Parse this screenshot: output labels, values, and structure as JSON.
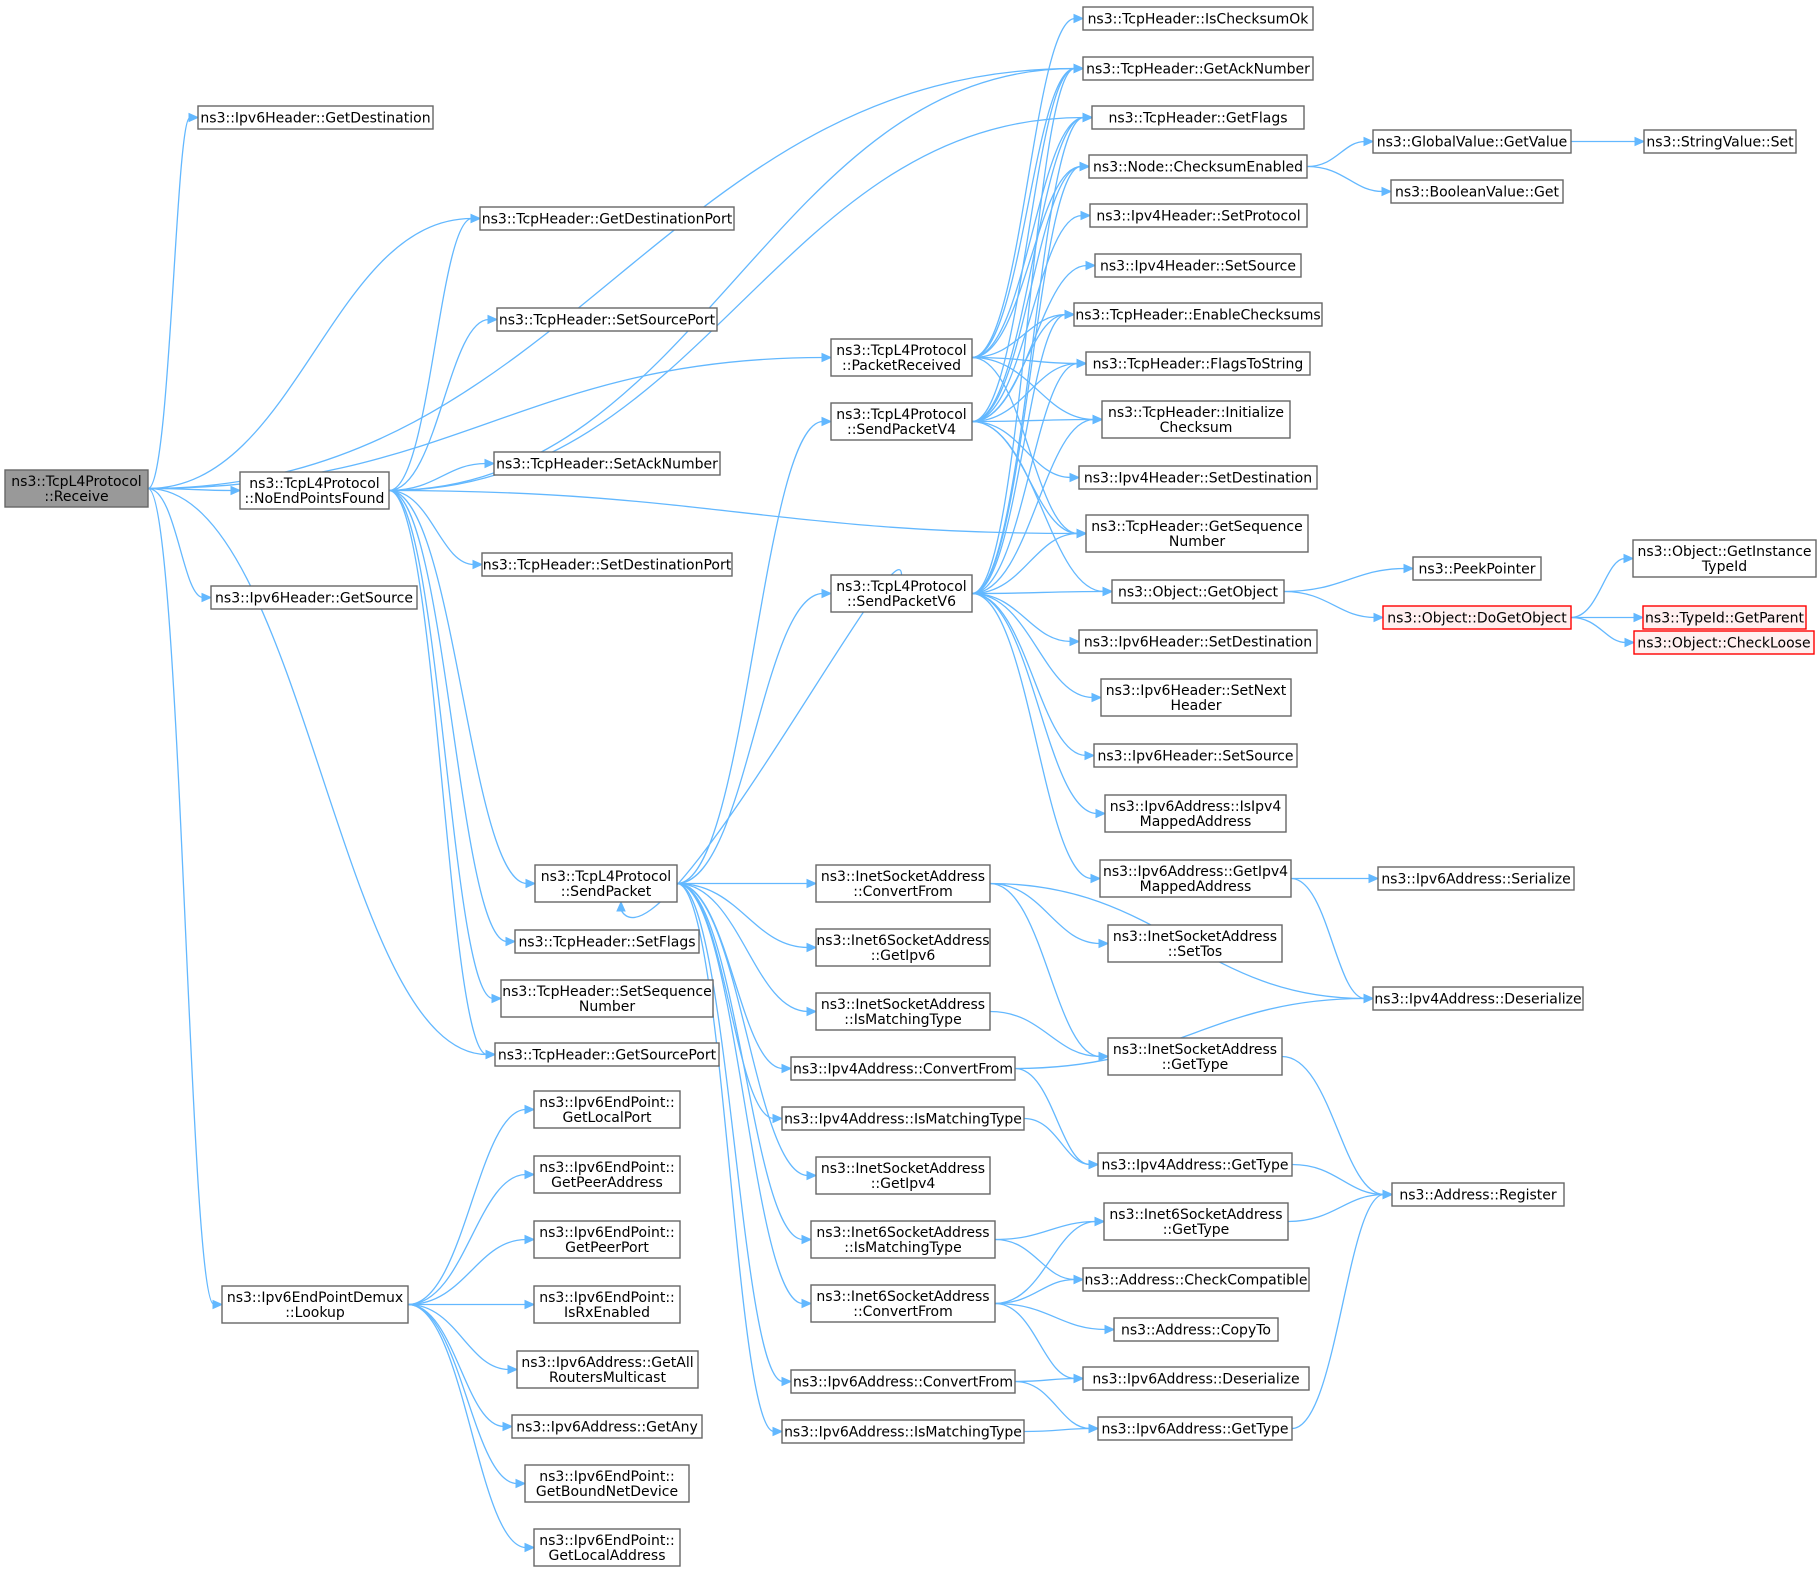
{
  "diagram": {
    "edge_color": "#63b8ff",
    "node_border": "#666666",
    "root_fill": "#999999",
    "highlight_border": "#ff0000",
    "nodes": [
      {
        "id": "receive",
        "lines": [
          "ns3::TcpL4Protocol",
          "::Receive"
        ],
        "style": "root"
      },
      {
        "id": "ip6GetDest",
        "lines": [
          "ns3::Ipv6Header::GetDestination"
        ]
      },
      {
        "id": "tcpGetDestPort",
        "lines": [
          "ns3::TcpHeader::GetDestinationPort"
        ]
      },
      {
        "id": "tcpSetSrcPort",
        "lines": [
          "ns3::TcpHeader::SetSourcePort"
        ]
      },
      {
        "id": "noEnd",
        "lines": [
          "ns3::TcpL4Protocol",
          "::NoEndPointsFound"
        ]
      },
      {
        "id": "tcpSetAck",
        "lines": [
          "ns3::TcpHeader::SetAckNumber"
        ]
      },
      {
        "id": "tcpSetDestPort",
        "lines": [
          "ns3::TcpHeader::SetDestinationPort"
        ]
      },
      {
        "id": "ip6GetSrc",
        "lines": [
          "ns3::Ipv6Header::GetSource"
        ]
      },
      {
        "id": "sendPacket",
        "lines": [
          "ns3::TcpL4Protocol",
          "::SendPacket"
        ]
      },
      {
        "id": "tcpSetFlags",
        "lines": [
          "ns3::TcpHeader::SetFlags"
        ]
      },
      {
        "id": "tcpSetSeq",
        "lines": [
          "ns3::TcpHeader::SetSequence",
          "Number"
        ]
      },
      {
        "id": "tcpGetSrcPort",
        "lines": [
          "ns3::TcpHeader::GetSourcePort"
        ]
      },
      {
        "id": "ep6LocalPort",
        "lines": [
          "ns3::Ipv6EndPoint::",
          "GetLocalPort"
        ]
      },
      {
        "id": "ep6PeerAddr",
        "lines": [
          "ns3::Ipv6EndPoint::",
          "GetPeerAddress"
        ]
      },
      {
        "id": "ep6PeerPort",
        "lines": [
          "ns3::Ipv6EndPoint::",
          "GetPeerPort"
        ]
      },
      {
        "id": "lookup",
        "lines": [
          "ns3::Ipv6EndPointDemux",
          "::Lookup"
        ]
      },
      {
        "id": "ep6RxEnabled",
        "lines": [
          "ns3::Ipv6EndPoint::",
          "IsRxEnabled"
        ]
      },
      {
        "id": "ip6AllRouters",
        "lines": [
          "ns3::Ipv6Address::GetAll",
          "RoutersMulticast"
        ]
      },
      {
        "id": "ip6GetAny",
        "lines": [
          "ns3::Ipv6Address::GetAny"
        ]
      },
      {
        "id": "ep6BoundDev",
        "lines": [
          "ns3::Ipv6EndPoint::",
          "GetBoundNetDevice"
        ]
      },
      {
        "id": "ep6LocalAddr",
        "lines": [
          "ns3::Ipv6EndPoint::",
          "GetLocalAddress"
        ]
      },
      {
        "id": "packetReceived",
        "lines": [
          "ns3::TcpL4Protocol",
          "::PacketReceived"
        ]
      },
      {
        "id": "sendV4",
        "lines": [
          "ns3::TcpL4Protocol",
          "::SendPacketV4"
        ]
      },
      {
        "id": "sendV6",
        "lines": [
          "ns3::TcpL4Protocol",
          "::SendPacketV6"
        ]
      },
      {
        "id": "inetConvert",
        "lines": [
          "ns3::InetSocketAddress",
          "::ConvertFrom"
        ]
      },
      {
        "id": "inet6GetIpv6",
        "lines": [
          "ns3::Inet6SocketAddress",
          "::GetIpv6"
        ]
      },
      {
        "id": "inetIsMatch",
        "lines": [
          "ns3::InetSocketAddress",
          "::IsMatchingType"
        ]
      },
      {
        "id": "ip4Convert",
        "lines": [
          "ns3::Ipv4Address::ConvertFrom"
        ]
      },
      {
        "id": "ip4IsMatch",
        "lines": [
          "ns3::Ipv4Address::IsMatchingType"
        ]
      },
      {
        "id": "inetGetIpv4",
        "lines": [
          "ns3::InetSocketAddress",
          "::GetIpv4"
        ]
      },
      {
        "id": "inet6IsMatch",
        "lines": [
          "ns3::Inet6SocketAddress",
          "::IsMatchingType"
        ]
      },
      {
        "id": "inet6Convert",
        "lines": [
          "ns3::Inet6SocketAddress",
          "::ConvertFrom"
        ]
      },
      {
        "id": "ip6Convert",
        "lines": [
          "ns3::Ipv6Address::ConvertFrom"
        ]
      },
      {
        "id": "ip6IsMatch",
        "lines": [
          "ns3::Ipv6Address::IsMatchingType"
        ]
      },
      {
        "id": "tcpIsChecksumOk",
        "lines": [
          "ns3::TcpHeader::IsChecksumOk"
        ]
      },
      {
        "id": "tcpGetAck",
        "lines": [
          "ns3::TcpHeader::GetAckNumber"
        ]
      },
      {
        "id": "tcpGetFlags",
        "lines": [
          "ns3::TcpHeader::GetFlags"
        ]
      },
      {
        "id": "nodeChecksum",
        "lines": [
          "ns3::Node::ChecksumEnabled"
        ]
      },
      {
        "id": "ip4SetProto",
        "lines": [
          "ns3::Ipv4Header::SetProtocol"
        ]
      },
      {
        "id": "ip4SetSrc",
        "lines": [
          "ns3::Ipv4Header::SetSource"
        ]
      },
      {
        "id": "tcpEnableCs",
        "lines": [
          "ns3::TcpHeader::EnableChecksums"
        ]
      },
      {
        "id": "tcpFlagsToStr",
        "lines": [
          "ns3::TcpHeader::FlagsToString"
        ]
      },
      {
        "id": "tcpInitCs",
        "lines": [
          "ns3::TcpHeader::Initialize",
          "Checksum"
        ]
      },
      {
        "id": "ip4SetDest",
        "lines": [
          "ns3::Ipv4Header::SetDestination"
        ]
      },
      {
        "id": "tcpGetSeq",
        "lines": [
          "ns3::TcpHeader::GetSequence",
          "Number"
        ]
      },
      {
        "id": "objGetObject",
        "lines": [
          "ns3::Object::GetObject"
        ]
      },
      {
        "id": "ip6SetDest",
        "lines": [
          "ns3::Ipv6Header::SetDestination"
        ]
      },
      {
        "id": "ip6SetNext",
        "lines": [
          "ns3::Ipv6Header::SetNext",
          "Header"
        ]
      },
      {
        "id": "ip6SetSrc",
        "lines": [
          "ns3::Ipv6Header::SetSource"
        ]
      },
      {
        "id": "ip6IsIpv4Mapped",
        "lines": [
          "ns3::Ipv6Address::IsIpv4",
          "MappedAddress"
        ]
      },
      {
        "id": "ip6GetIpv4Mapped",
        "lines": [
          "ns3::Ipv6Address::GetIpv4",
          "MappedAddress"
        ]
      },
      {
        "id": "inetSetTos",
        "lines": [
          "ns3::InetSocketAddress",
          "::SetTos"
        ]
      },
      {
        "id": "inetGetType",
        "lines": [
          "ns3::InetSocketAddress",
          "::GetType"
        ]
      },
      {
        "id": "ip4GetType",
        "lines": [
          "ns3::Ipv4Address::GetType"
        ]
      },
      {
        "id": "inet6GetType",
        "lines": [
          "ns3::Inet6SocketAddress",
          "::GetType"
        ]
      },
      {
        "id": "addrCheckCompat",
        "lines": [
          "ns3::Address::CheckCompatible"
        ]
      },
      {
        "id": "addrCopyTo",
        "lines": [
          "ns3::Address::CopyTo"
        ]
      },
      {
        "id": "ip6Deserialize",
        "lines": [
          "ns3::Ipv6Address::Deserialize"
        ]
      },
      {
        "id": "ip6GetType",
        "lines": [
          "ns3::Ipv6Address::GetType"
        ]
      },
      {
        "id": "gvGetValue",
        "lines": [
          "ns3::GlobalValue::GetValue"
        ]
      },
      {
        "id": "boolGet",
        "lines": [
          "ns3::BooleanValue::Get"
        ]
      },
      {
        "id": "peekPointer",
        "lines": [
          "ns3::PeekPointer"
        ]
      },
      {
        "id": "doGetObject",
        "lines": [
          "ns3::Object::DoGetObject"
        ],
        "style": "red"
      },
      {
        "id": "ip6Serialize",
        "lines": [
          "ns3::Ipv6Address::Serialize"
        ]
      },
      {
        "id": "ip4Deserialize",
        "lines": [
          "ns3::Ipv4Address::Deserialize"
        ]
      },
      {
        "id": "addrRegister",
        "lines": [
          "ns3::Address::Register"
        ]
      },
      {
        "id": "strSet",
        "lines": [
          "ns3::StringValue::Set"
        ]
      },
      {
        "id": "objGetInstance",
        "lines": [
          "ns3::Object::GetInstance",
          "TypeId"
        ]
      },
      {
        "id": "typeIdGetParent",
        "lines": [
          "ns3::TypeId::GetParent"
        ],
        "style": "red"
      },
      {
        "id": "objCheckLoose",
        "lines": [
          "ns3::Object::CheckLoose"
        ],
        "style": "red"
      }
    ],
    "edges": [
      [
        "receive",
        "ip6GetDest"
      ],
      [
        "receive",
        "tcpGetDestPort"
      ],
      [
        "receive",
        "noEnd"
      ],
      [
        "receive",
        "packetReceived"
      ],
      [
        "receive",
        "ip6GetSrc"
      ],
      [
        "receive",
        "tcpGetSrcPort"
      ],
      [
        "receive",
        "lookup"
      ],
      [
        "receive",
        "tcpGetAck"
      ],
      [
        "noEnd",
        "tcpGetDestPort"
      ],
      [
        "noEnd",
        "tcpSetSrcPort"
      ],
      [
        "noEnd",
        "tcpSetAck"
      ],
      [
        "noEnd",
        "tcpSetDestPort"
      ],
      [
        "noEnd",
        "sendPacket"
      ],
      [
        "noEnd",
        "tcpSetFlags"
      ],
      [
        "noEnd",
        "tcpSetSeq"
      ],
      [
        "noEnd",
        "tcpGetSrcPort"
      ],
      [
        "noEnd",
        "tcpGetSeq"
      ],
      [
        "noEnd",
        "tcpGetAck"
      ],
      [
        "noEnd",
        "tcpGetFlags"
      ],
      [
        "lookup",
        "ep6LocalPort"
      ],
      [
        "lookup",
        "ep6PeerAddr"
      ],
      [
        "lookup",
        "ep6PeerPort"
      ],
      [
        "lookup",
        "ep6RxEnabled"
      ],
      [
        "lookup",
        "ip6AllRouters"
      ],
      [
        "lookup",
        "ip6GetAny"
      ],
      [
        "lookup",
        "ep6BoundDev"
      ],
      [
        "lookup",
        "ep6LocalAddr"
      ],
      [
        "sendPacket",
        "sendV4"
      ],
      [
        "sendPacket",
        "sendV6"
      ],
      [
        "sendPacket",
        "inetConvert"
      ],
      [
        "sendPacket",
        "inet6GetIpv6"
      ],
      [
        "sendPacket",
        "inetIsMatch"
      ],
      [
        "sendPacket",
        "ip4Convert"
      ],
      [
        "sendPacket",
        "ip4IsMatch"
      ],
      [
        "sendPacket",
        "inetGetIpv4"
      ],
      [
        "sendPacket",
        "inet6IsMatch"
      ],
      [
        "sendPacket",
        "inet6Convert"
      ],
      [
        "sendPacket",
        "ip6Convert"
      ],
      [
        "sendPacket",
        "ip6IsMatch"
      ],
      [
        "sendV6",
        "sendPacket"
      ],
      [
        "packetReceived",
        "tcpIsChecksumOk"
      ],
      [
        "packetReceived",
        "tcpGetAck"
      ],
      [
        "packetReceived",
        "tcpGetFlags"
      ],
      [
        "packetReceived",
        "nodeChecksum"
      ],
      [
        "packetReceived",
        "tcpEnableCs"
      ],
      [
        "packetReceived",
        "tcpFlagsToStr"
      ],
      [
        "packetReceived",
        "tcpInitCs"
      ],
      [
        "packetReceived",
        "tcpGetSeq"
      ],
      [
        "sendV4",
        "tcpGetAck"
      ],
      [
        "sendV4",
        "tcpGetFlags"
      ],
      [
        "sendV4",
        "nodeChecksum"
      ],
      [
        "sendV4",
        "ip4SetProto"
      ],
      [
        "sendV4",
        "ip4SetSrc"
      ],
      [
        "sendV4",
        "tcpEnableCs"
      ],
      [
        "sendV4",
        "tcpFlagsToStr"
      ],
      [
        "sendV4",
        "tcpInitCs"
      ],
      [
        "sendV4",
        "ip4SetDest"
      ],
      [
        "sendV4",
        "tcpGetSeq"
      ],
      [
        "sendV4",
        "objGetObject"
      ],
      [
        "sendV6",
        "tcpGetAck"
      ],
      [
        "sendV6",
        "tcpGetFlags"
      ],
      [
        "sendV6",
        "nodeChecksum"
      ],
      [
        "sendV6",
        "tcpEnableCs"
      ],
      [
        "sendV6",
        "tcpFlagsToStr"
      ],
      [
        "sendV6",
        "tcpInitCs"
      ],
      [
        "sendV6",
        "tcpGetSeq"
      ],
      [
        "sendV6",
        "objGetObject"
      ],
      [
        "sendV6",
        "ip6SetDest"
      ],
      [
        "sendV6",
        "ip6SetNext"
      ],
      [
        "sendV6",
        "ip6SetSrc"
      ],
      [
        "sendV6",
        "ip6IsIpv4Mapped"
      ],
      [
        "sendV6",
        "ip6GetIpv4Mapped"
      ],
      [
        "nodeChecksum",
        "gvGetValue"
      ],
      [
        "nodeChecksum",
        "boolGet"
      ],
      [
        "gvGetValue",
        "strSet"
      ],
      [
        "objGetObject",
        "peekPointer"
      ],
      [
        "objGetObject",
        "doGetObject"
      ],
      [
        "doGetObject",
        "objGetInstance"
      ],
      [
        "doGetObject",
        "typeIdGetParent"
      ],
      [
        "doGetObject",
        "objCheckLoose"
      ],
      [
        "ip6GetIpv4Mapped",
        "ip6Serialize"
      ],
      [
        "ip6GetIpv4Mapped",
        "ip4Deserialize"
      ],
      [
        "inetConvert",
        "inetSetTos"
      ],
      [
        "inetConvert",
        "ip4Deserialize"
      ],
      [
        "inetConvert",
        "inetGetType"
      ],
      [
        "inetIsMatch",
        "inetGetType"
      ],
      [
        "inetGetType",
        "addrRegister"
      ],
      [
        "ip4Convert",
        "ip4GetType"
      ],
      [
        "ip4Convert",
        "ip4Deserialize"
      ],
      [
        "ip4IsMatch",
        "ip4GetType"
      ],
      [
        "ip4GetType",
        "addrRegister"
      ],
      [
        "inet6IsMatch",
        "inet6GetType"
      ],
      [
        "inet6IsMatch",
        "addrCheckCompat"
      ],
      [
        "inet6Convert",
        "inet6GetType"
      ],
      [
        "inet6Convert",
        "addrCheckCompat"
      ],
      [
        "inet6Convert",
        "addrCopyTo"
      ],
      [
        "inet6Convert",
        "ip6Deserialize"
      ],
      [
        "inet6GetType",
        "addrRegister"
      ],
      [
        "ip6Convert",
        "ip6Deserialize"
      ],
      [
        "ip6Convert",
        "ip6GetType"
      ],
      [
        "ip6IsMatch",
        "ip6GetType"
      ],
      [
        "ip6GetType",
        "addrRegister"
      ]
    ]
  }
}
